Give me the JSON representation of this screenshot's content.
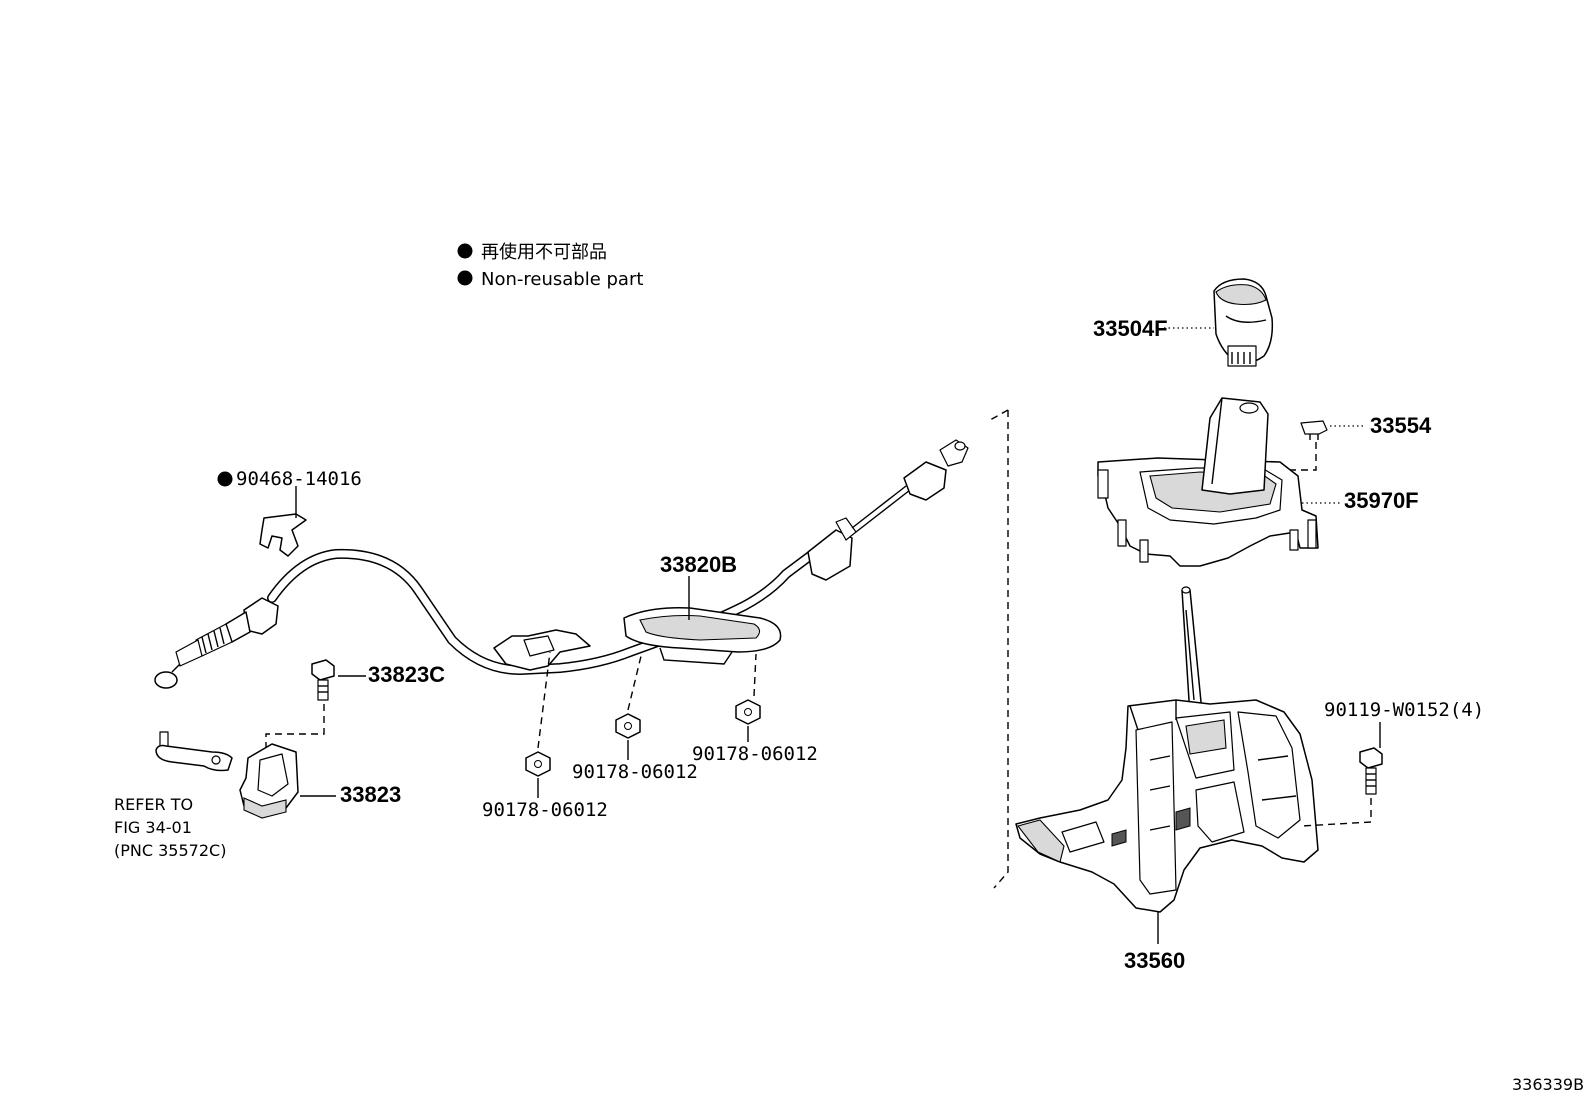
{
  "legend": {
    "line_jp": "再使用不可部品",
    "line_en": "Non-reusable part"
  },
  "parts": {
    "p33504F": "33504F",
    "p33554": "33554",
    "p35970F": "35970F",
    "p90468": "90468-14016",
    "p33820B": "33820B",
    "p33823C": "33823C",
    "p33823": "33823",
    "p90178a": "90178-06012",
    "p90178b": "90178-06012",
    "p90178c": "90178-06012",
    "p90119": "90119-W0152(4)",
    "p33560": "33560"
  },
  "reference": {
    "line1": "REFER TO",
    "line2": "FIG 34-01",
    "line3": "(PNC 35572C)"
  },
  "figure_id": "336339B"
}
